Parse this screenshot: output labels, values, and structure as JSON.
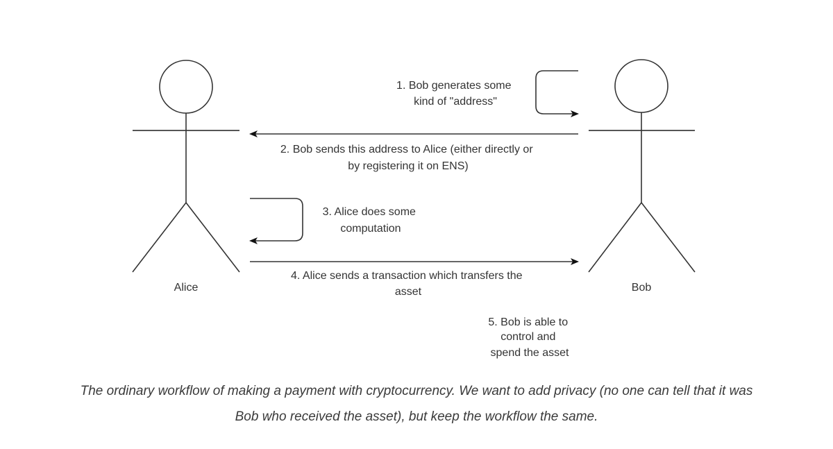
{
  "diagram": {
    "actors": {
      "alice": {
        "label": "Alice"
      },
      "bob": {
        "label": "Bob"
      }
    },
    "steps": [
      {
        "id": 1,
        "lines": [
          "1. Bob generates some",
          "kind of \"address\""
        ],
        "direction": "self-loop-bob"
      },
      {
        "id": 2,
        "lines": [
          "2. Bob sends this address to Alice (either directly or",
          "by registering it on ENS)"
        ],
        "direction": "bob-to-alice"
      },
      {
        "id": 3,
        "lines": [
          "3. Alice does some",
          "computation"
        ],
        "direction": "self-loop-alice"
      },
      {
        "id": 4,
        "lines": [
          "4. Alice sends a transaction which transfers the",
          "asset"
        ],
        "direction": "alice-to-bob"
      },
      {
        "id": 5,
        "lines": [
          "5. Bob is able to",
          "control and",
          "spend the asset"
        ],
        "direction": "none"
      }
    ],
    "colors": {
      "stroke": "#333333",
      "text": "#333333"
    }
  },
  "caption": {
    "line1": "The ordinary workflow of making a payment with cryptocurrency. We want to add privacy (no one can tell that it was",
    "line2": "Bob who received the asset), but keep the workflow the same."
  }
}
